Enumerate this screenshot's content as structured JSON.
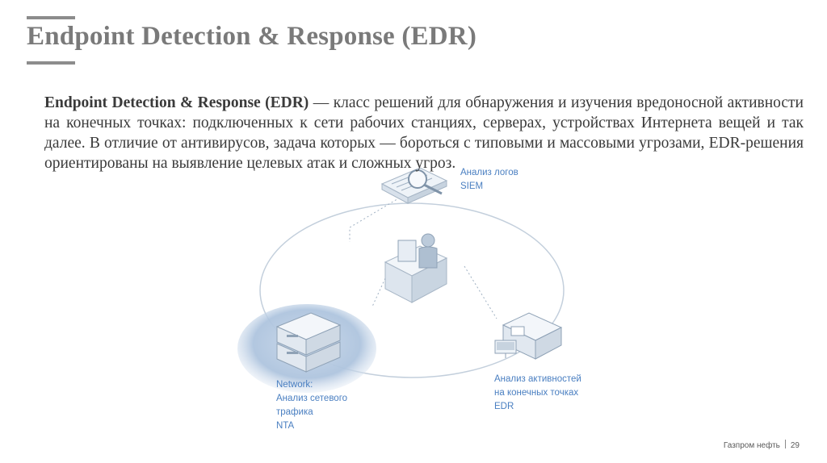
{
  "slide": {
    "title": "Endpoint Detection & Response (EDR)",
    "body_lead": "Endpoint Detection & Response (EDR)",
    "body_rest": " — класс решений для обнаружения и изучения вредоносной активности на конечных точках: подключенных к сети рабочих станциях, серверах, устройствах Интернета вещей и так далее. В отличие от антивирусов, задача которых — бороться с типовыми и массовыми угрозами, EDR-решения ориентированы на выявление целевых атак и сложных угроз."
  },
  "diagram": {
    "siem_label": [
      "Анализ логов",
      "SIEM"
    ],
    "network_label": [
      "Network:",
      "Анализ сетевого",
      "трафика",
      "NTA"
    ],
    "edr_label": [
      "Анализ активностей",
      "на конечных точках",
      "EDR"
    ]
  },
  "footer": {
    "company": "Газпром нефть",
    "page_number": "29"
  },
  "colors": {
    "title": "#7a7a7a",
    "accent_blue": "#4a7fc1",
    "ellipse_stroke": "#b9c7d6"
  }
}
